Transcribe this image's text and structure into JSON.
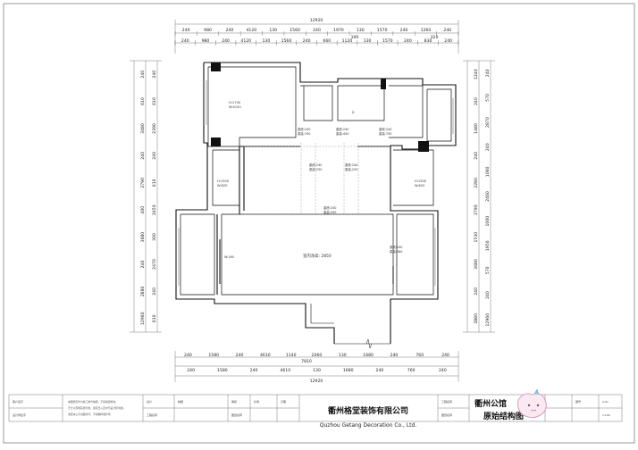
{
  "dimensions": {
    "top_total": "12920",
    "top_row1": [
      "240",
      "980",
      "240",
      "4120",
      "130",
      "1560",
      "240",
      "1970",
      "130",
      "1570",
      "240",
      "1260",
      "240"
    ],
    "top_mid": [
      "190",
      "320"
    ],
    "top_row2": [
      "240",
      "980",
      "240",
      "4120",
      "130",
      "1560",
      "240",
      "660",
      "1120",
      "130",
      "1570",
      "240",
      "830",
      "240"
    ],
    "bottom_row1": [
      "240",
      "1580",
      "240",
      "4610",
      "1140",
      "2060",
      "130",
      "1680",
      "240",
      "760",
      "240"
    ],
    "bottom_mid": "7810",
    "bottom_row2": [
      "240",
      "1580",
      "240",
      "4610",
      "130",
      "1680",
      "240",
      "760",
      "240"
    ],
    "bottom_total": "12920",
    "left_outer": [
      "240",
      "610",
      "3480",
      "240",
      "2790",
      "400",
      "3680",
      "240",
      "2880",
      "12960"
    ],
    "left_inner": [
      "240",
      "610",
      "2390",
      "240",
      "610",
      "2450",
      "300",
      "2470",
      "240",
      "610"
    ],
    "right_outer": [
      "1240",
      "240",
      "1480",
      "240",
      "2280",
      "2790",
      "1530",
      "3680",
      "240",
      "2880"
    ],
    "right_inner": [
      "240",
      "570",
      "2870",
      "240",
      "1060",
      "2460",
      "1000",
      "1950",
      "570",
      "240",
      "12960"
    ]
  },
  "rooms": {
    "r1_h": "H:1730",
    "r1_w": "W:4120",
    "r2_h": "H:1500",
    "r2_w": "W:820",
    "r3_h": "H:1500",
    "r3_w": "W:820",
    "living": "室内净高: 2850",
    "beam_a1": "梁底:240",
    "beam_a2": "梁高:700",
    "beam_b1": "梁底:240",
    "beam_b2": "梁高:450",
    "beam_c1": "梁底:240",
    "beam_c2": "梁高:700",
    "beam_d1": "梁底:240",
    "beam_d2": "梁高:250",
    "beam_e1": "梁底:240",
    "beam_e2": "梁高:250",
    "beam_f1": "梁底:240",
    "beam_f2": "梁高:450",
    "beam_g1": "梁底:240",
    "beam_g2": "梁高:360",
    "win_label": "W:180",
    "door_label": "D"
  },
  "title_block": {
    "company": "衢州格堂装饰有限公司",
    "company_en": "Quzhou Getang Decoration Co., Ltd.",
    "drawing_title_1": "衢州公馆",
    "drawing_title_2": "原始结构图",
    "label_project": "工程名称",
    "label_drawing": "图纸名称",
    "label_design": "设计",
    "label_draw": "制图",
    "label_check": "审核",
    "label_scale": "比例",
    "label_date": "日期",
    "label_no": "图号",
    "label_client": "客户签字",
    "label_designer": "设计师签字",
    "note_1": "本图纸仅作为施工参考依据，不得擅自修改。",
    "note_2": "尺寸以现场实测为准，如有出入及时与设计师沟通。",
    "note_3": "未经本公司书面许可，不得翻印或外传。",
    "sheet_no_1": "A-01",
    "sheet_no_2": "1:100"
  }
}
